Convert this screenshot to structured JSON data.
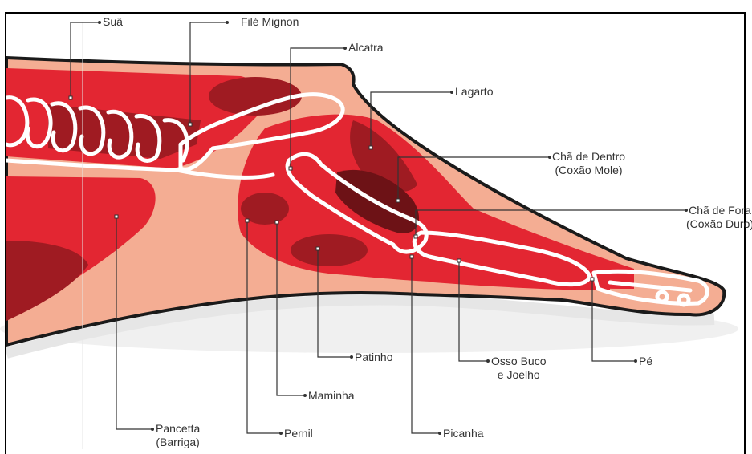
{
  "colors": {
    "skin": "#f4ad93",
    "meat": "#e32632",
    "meat_dark": "#9f1b22",
    "meat_darker": "#6d1216",
    "bone": "#ffffff",
    "outline": "#1a1a1a",
    "leader": "#333333"
  },
  "labels": {
    "sua": "Suã",
    "file_mignon": "Filé Mignon",
    "alcatra": "Alcatra",
    "lagarto": "Lagarto",
    "cha_de_dentro": "Chã de Dentro",
    "cha_de_dentro_sub": "(Coxão Mole)",
    "cha_de_fora": "Chã de Fora",
    "cha_de_fora_sub": "(Coxão Duro)",
    "patinho": "Patinho",
    "osso_buco": "Osso Buco",
    "osso_buco_sub": "e Joelho",
    "pe": "Pé",
    "maminha": "Maminha",
    "pancetta": "Pancetta",
    "pancetta_sub": "(Barriga)",
    "pernil": "Pernil",
    "picanha": "Picanha"
  }
}
